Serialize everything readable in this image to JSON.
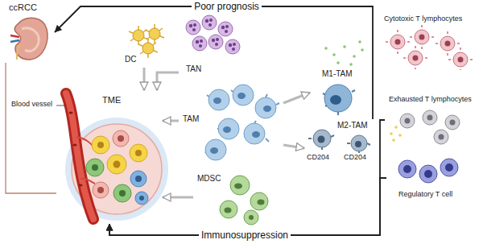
{
  "diagram": {
    "nodes": [
      {
        "text": [
          "ccRCC"
        ]
      },
      {
        "text": [
          "TME"
        ]
      },
      {
        "text": [
          "DC"
        ]
      },
      {
        "text": [
          "TAN"
        ]
      },
      {
        "text": [
          "TAM"
        ]
      },
      {
        "text": [
          "MDSC"
        ]
      },
      {
        "text": [
          "M1-TAM"
        ]
      },
      {
        "text": [
          "M2-TAM",
          "CD204",
          "CD204"
        ]
      },
      {
        "text": [
          "Cytotoxic T lymphocytes"
        ]
      },
      {
        "text": [
          "Exhausted T lymphocytes"
        ]
      },
      {
        "text": [
          "Regulatory T cell"
        ]
      }
    ],
    "edges": [
      {
        "from": 2,
        "to": 1,
        "arrow": "to"
      },
      {
        "from": 3,
        "to": 1,
        "arrow": "to"
      },
      {
        "from": 4,
        "to": 1,
        "arrow": "to"
      },
      {
        "from": 5,
        "to": 1,
        "arrow": "to"
      },
      {
        "from": 4,
        "to": 6,
        "arrow": "to"
      },
      {
        "from": 4,
        "to": 7,
        "arrow": "to"
      },
      {
        "from": 7,
        "to": 0,
        "label": "Poor prognosis",
        "arrow": "to"
      },
      {
        "from": 9,
        "to": 1,
        "label": "Immunosuppression",
        "arrow": "to"
      },
      {
        "from": 10,
        "to": 1,
        "arrow": "to"
      },
      {
        "from": 0,
        "to": 1,
        "arrow": "none"
      }
    ],
    "labels": [
      "Blood vessel"
    ]
  }
}
